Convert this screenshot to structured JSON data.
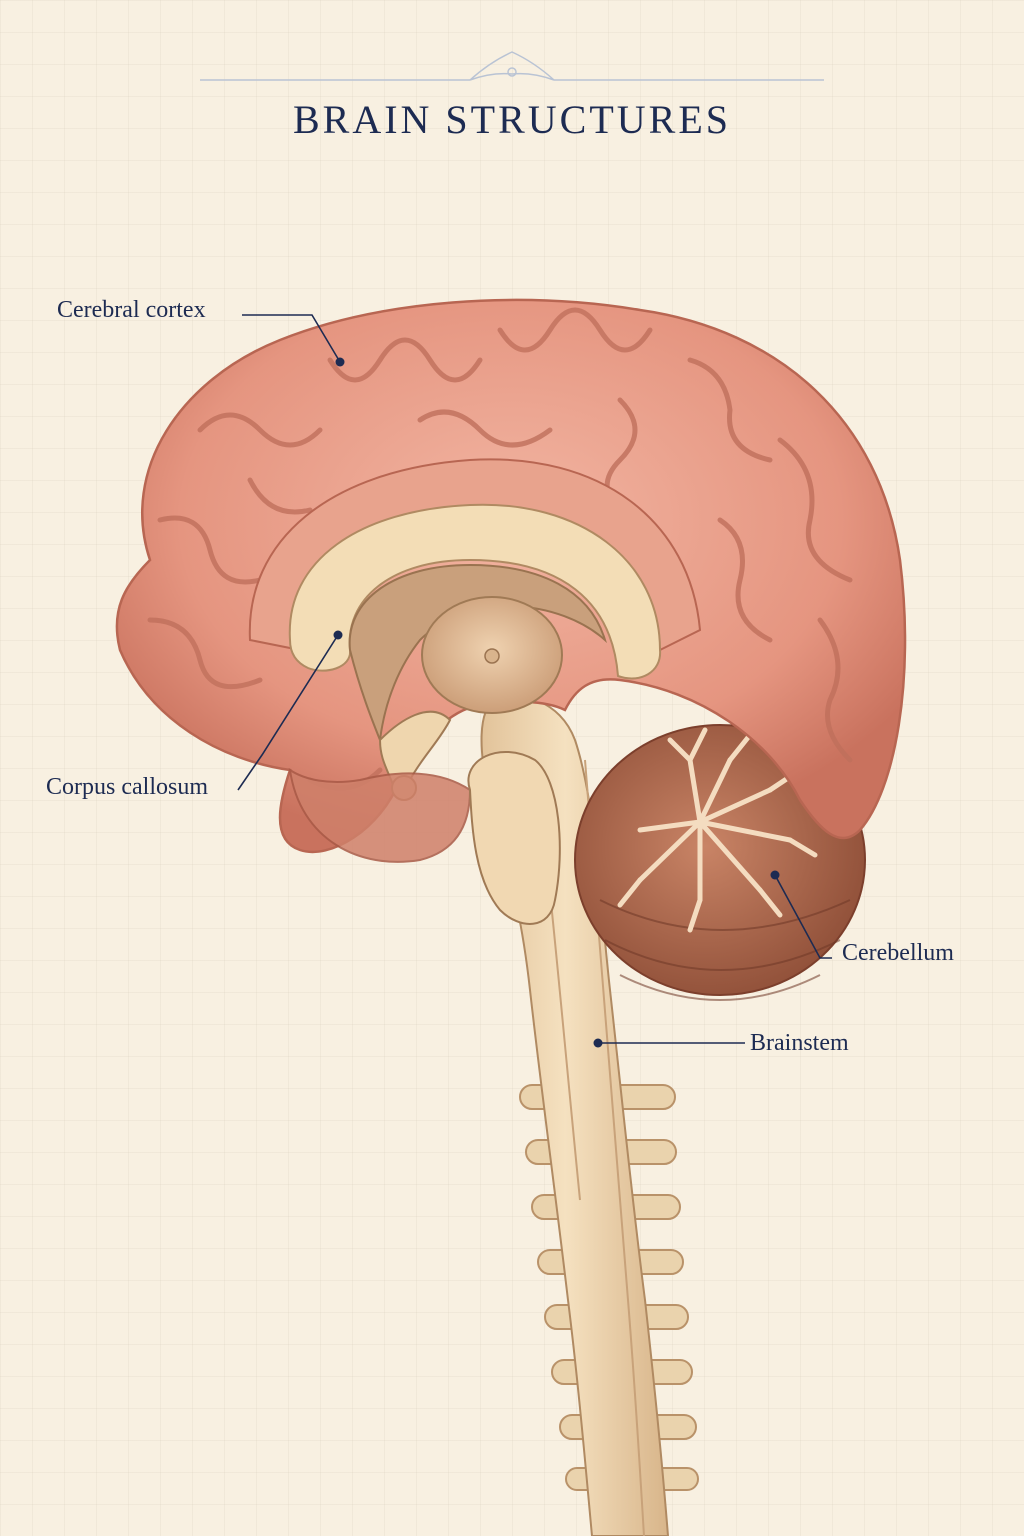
{
  "title": "BRAIN STRUCTURES",
  "labels": {
    "cerebral_cortex": "Cerebral cortex",
    "corpus_callosum": "Corpus callosum",
    "cerebellum": "Cerebellum",
    "brainstem": "Brainstem"
  },
  "colors": {
    "ink": "#1d2b52",
    "cortex": "#e79a86",
    "cortex_dark": "#c26a58",
    "white_matter": "#f1d9b4",
    "cerebellum": "#b86f52",
    "background": "#f8f0e1"
  }
}
